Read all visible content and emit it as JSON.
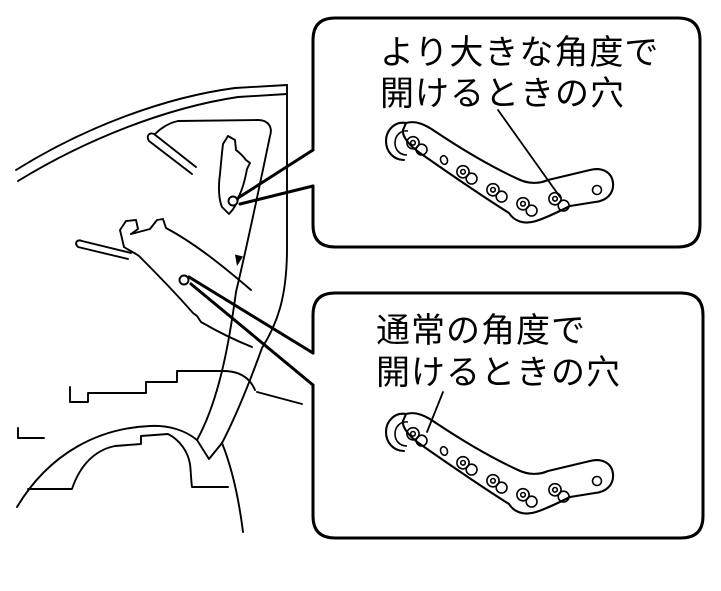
{
  "figure": {
    "type": "vehicle-hood-stay-diagram",
    "background_color": "#ffffff",
    "line_color": "#000000"
  },
  "callouts": {
    "larger_angle": {
      "line1": "より大きな角度で",
      "line2": "開けるときの穴"
    },
    "normal_angle": {
      "line1": "通常の角度で",
      "line2": "開けるときの穴"
    }
  }
}
